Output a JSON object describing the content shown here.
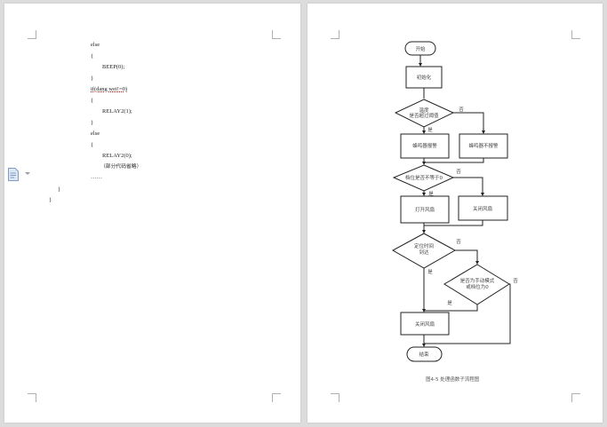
{
  "pages": [
    {
      "code_lines": [
        "else",
        "{",
        "BEEP(0);",
        "}",
        "if(dang wei!=0)",
        "{",
        "RELAY2(1);",
        "}",
        "else",
        "{",
        "RELAY2(0);",
        "（部分代码省略）",
        "……",
        "}",
        "}"
      ]
    },
    {
      "flowchart": {
        "start": "开始",
        "init": "初始化",
        "decision_temp": [
          "温度",
          "是否超过阈值"
        ],
        "buzzer_alarm": "蜂鸣器报警",
        "buzzer_no_alarm": "蜂鸣器不报警",
        "decision_gear": "档位是否不等于0",
        "open_fan": "打开风扇",
        "close_fan": "关闭风扇",
        "decision_timer": [
          "定位时间",
          "到达"
        ],
        "decision_manual": [
          "是否为手动模式",
          "或档位为0"
        ],
        "close_fan_2": "关闭风扇",
        "end": "结束",
        "yes": "是",
        "no": "否"
      },
      "caption": "图4-5   处理函数子流程图"
    }
  ],
  "sidebar_icon": "document-outline-icon"
}
